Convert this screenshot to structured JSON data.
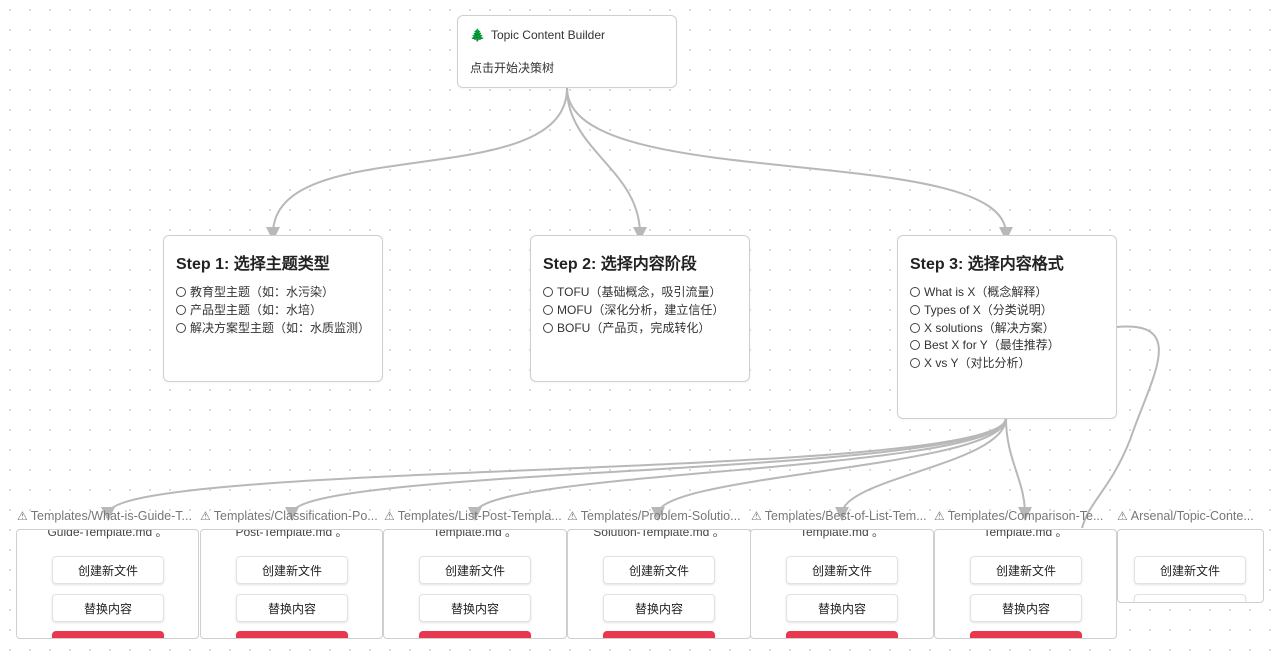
{
  "root": {
    "icon": "tree-icon",
    "title": "Topic Content Builder",
    "desc": "点击开始决策树"
  },
  "steps": [
    {
      "title": "Step 1: 选择主题类型",
      "options": [
        "教育型主题（如：水污染）",
        "产品型主题（如：水培）",
        "解决方案型主题（如：水质监测）"
      ]
    },
    {
      "title": "Step 2: 选择内容阶段",
      "options": [
        "TOFU（基础概念，吸引流量）",
        "MOFU（深化分析，建立信任）",
        "BOFU（产品页，完成转化）"
      ]
    },
    {
      "title": "Step 3: 选择内容格式",
      "options": [
        "What is X（概念解释）",
        "Types of X（分类说明）",
        "X solutions（解决方案）",
        "Best X for Y（最佳推荐）",
        "X vs Y（对比分析）"
      ]
    }
  ],
  "templates": [
    {
      "label": "Templates/What-is-Guide-T...",
      "sub": "Guide-Template.md 。"
    },
    {
      "label": "Templates/Classification-Po...",
      "sub": "Post-Template.md 。"
    },
    {
      "label": "Templates/List-Post-Templa...",
      "sub": "Template.md 。"
    },
    {
      "label": "Templates/Problem-Solutio...",
      "sub": "Solution-Template.md 。"
    },
    {
      "label": "Templates/Best-of-List-Tem...",
      "sub": "Template.md 。"
    },
    {
      "label": "Templates/Comparison-Te...",
      "sub": "Template.md 。"
    },
    {
      "label": "Arsenal/Topic-Conte...",
      "sub": ""
    }
  ],
  "buttons": {
    "create": "创建新文件",
    "replace": "替换内容"
  },
  "colors": {
    "edge": "#b8b8b8",
    "danger": "#e8384f",
    "border": "#cfcfcf"
  }
}
